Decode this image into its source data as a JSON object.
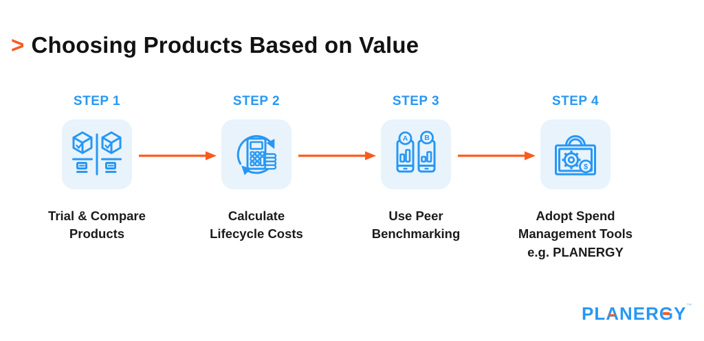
{
  "title": {
    "bullet": ">",
    "text": "Choosing Products Based on Value"
  },
  "colors": {
    "accent_orange": "#FA5A1E",
    "accent_blue": "#2797F4",
    "icon_box_background": "#E8F3FC",
    "title_text": "#121212",
    "caption_text": "#1b1b1b",
    "page_background": "#ffffff"
  },
  "steps": [
    {
      "label": "STEP 1",
      "icon": "compare-products-icon",
      "caption": "Trial & Compare\nProducts"
    },
    {
      "label": "STEP 2",
      "icon": "lifecycle-cost-calculator-icon",
      "caption": "Calculate\nLifecycle Costs"
    },
    {
      "label": "STEP 3",
      "icon": "peer-benchmarking-icon",
      "caption": "Use Peer\nBenchmarking",
      "badges": [
        "A",
        "B"
      ]
    },
    {
      "label": "STEP 4",
      "icon": "spend-management-tools-icon",
      "caption": "Adopt Spend\nManagement Tools\ne.g. PLANERGY",
      "coin_symbol": "$"
    }
  ],
  "logo": {
    "text": "PLANERGY",
    "trademark": "™"
  }
}
